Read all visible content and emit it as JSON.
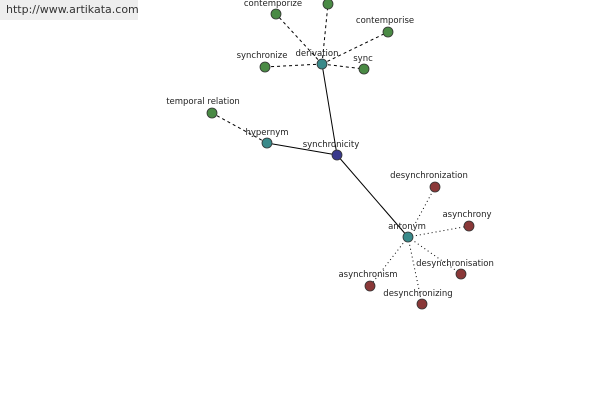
{
  "watermark": {
    "text": "http://www.artikata.com"
  },
  "graph": {
    "colors": {
      "center": "#3a3a8c",
      "relation": "#3a8a8a",
      "synonym": "#4a8a45",
      "antonym": "#8a3838"
    },
    "nodes": [
      {
        "id": "synchronicity",
        "label": "synchronicity",
        "kind": "center"
      },
      {
        "id": "derivation",
        "label": "derivation",
        "kind": "relation"
      },
      {
        "id": "hypernym",
        "label": "hypernym",
        "kind": "relation"
      },
      {
        "id": "antonym",
        "label": "antonym",
        "kind": "relation"
      },
      {
        "id": "contemporize",
        "label": "contemporize",
        "kind": "synonym"
      },
      {
        "id": "top-unlabeled",
        "label": "",
        "kind": "synonym"
      },
      {
        "id": "contemporise",
        "label": "contemporise",
        "kind": "synonym"
      },
      {
        "id": "synchronize",
        "label": "synchronize",
        "kind": "synonym"
      },
      {
        "id": "sync",
        "label": "sync",
        "kind": "synonym"
      },
      {
        "id": "temporal-relation",
        "label": "temporal relation",
        "kind": "synonym"
      },
      {
        "id": "desynchronization",
        "label": "desynchronization",
        "kind": "antonym"
      },
      {
        "id": "asynchrony",
        "label": "asynchrony",
        "kind": "antonym"
      },
      {
        "id": "desynchronisation",
        "label": "desynchronisation",
        "kind": "antonym"
      },
      {
        "id": "asynchronism",
        "label": "asynchronism",
        "kind": "antonym"
      },
      {
        "id": "desynchronizing",
        "label": "desynchronizing",
        "kind": "antonym"
      }
    ],
    "edges": [
      {
        "from": "synchronicity",
        "to": "derivation",
        "style": "solid"
      },
      {
        "from": "synchronicity",
        "to": "hypernym",
        "style": "solid"
      },
      {
        "from": "synchronicity",
        "to": "antonym",
        "style": "solid"
      },
      {
        "from": "derivation",
        "to": "contemporize",
        "style": "dashed"
      },
      {
        "from": "derivation",
        "to": "top-unlabeled",
        "style": "dashed"
      },
      {
        "from": "derivation",
        "to": "contemporise",
        "style": "dashed"
      },
      {
        "from": "derivation",
        "to": "synchronize",
        "style": "dashed"
      },
      {
        "from": "derivation",
        "to": "sync",
        "style": "dashed"
      },
      {
        "from": "hypernym",
        "to": "temporal-relation",
        "style": "dashed"
      },
      {
        "from": "antonym",
        "to": "desynchronization",
        "style": "dotted"
      },
      {
        "from": "antonym",
        "to": "asynchrony",
        "style": "dotted"
      },
      {
        "from": "antonym",
        "to": "desynchronisation",
        "style": "dotted"
      },
      {
        "from": "antonym",
        "to": "asynchronism",
        "style": "dotted"
      },
      {
        "from": "antonym",
        "to": "desynchronizing",
        "style": "dotted"
      }
    ]
  }
}
